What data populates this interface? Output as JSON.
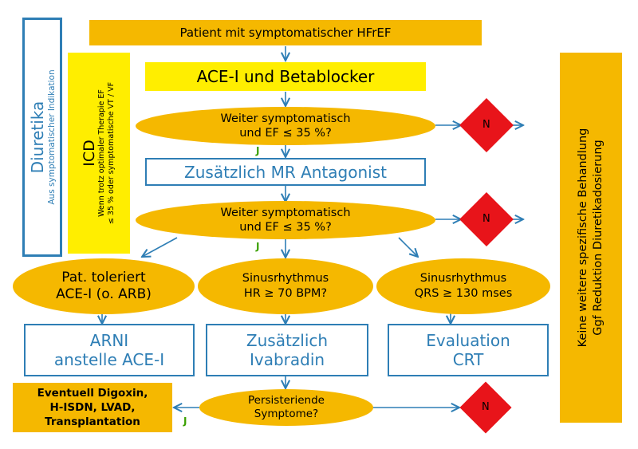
{
  "top_box": "Patient mit symptomatischer HFrEF",
  "box_ace": "ACE-I und Betablocker",
  "q1": [
    "Weiter symptomatisch",
    "und EF ≤ 35 %?"
  ],
  "box_mr": "Zusätzlich MR Antagonist",
  "q2": [
    "Weiter symptomatisch",
    "und EF ≤ 35 %?"
  ],
  "ell_arb": [
    "Pat. toleriert",
    "ACE-I (o. ARB)"
  ],
  "ell_hr": [
    "Sinusrhythmus",
    "HR ≥ 70 BPM?"
  ],
  "ell_qrs": [
    "Sinusrhythmus",
    "QRS ≥ 130 mses"
  ],
  "box_arni": [
    "ARNI",
    "anstelle ACE-I"
  ],
  "box_ivab": [
    "Zusätzlich",
    "Ivabradin"
  ],
  "box_crt": [
    "Evaluation",
    "CRT"
  ],
  "q3": [
    "Persisteriende",
    "Symptome?"
  ],
  "box_digoxin": [
    "Eventuell Digoxin,",
    "H-ISDN, LVAD,",
    "Transplantation"
  ],
  "side_diuretika": {
    "title": "Diuretika",
    "sub": "Aus symptomatischer Indikation"
  },
  "side_icd": {
    "title": "ICD",
    "sub1": "Wenn trotz optimaler Therapie EF",
    "sub2": "≤ 35 % oder symptomatische VT / VF"
  },
  "side_right": [
    "Keine weitere spezifische Behandlung",
    "Ggf Reduktion Diuretikadosierung"
  ],
  "labels": {
    "yes": "J",
    "no": "N"
  },
  "colors": {
    "orange": "#f5b800",
    "yellow": "#ffee00",
    "blue": "#2e7eb5",
    "red": "#e8141a",
    "green": "#3aa000"
  }
}
